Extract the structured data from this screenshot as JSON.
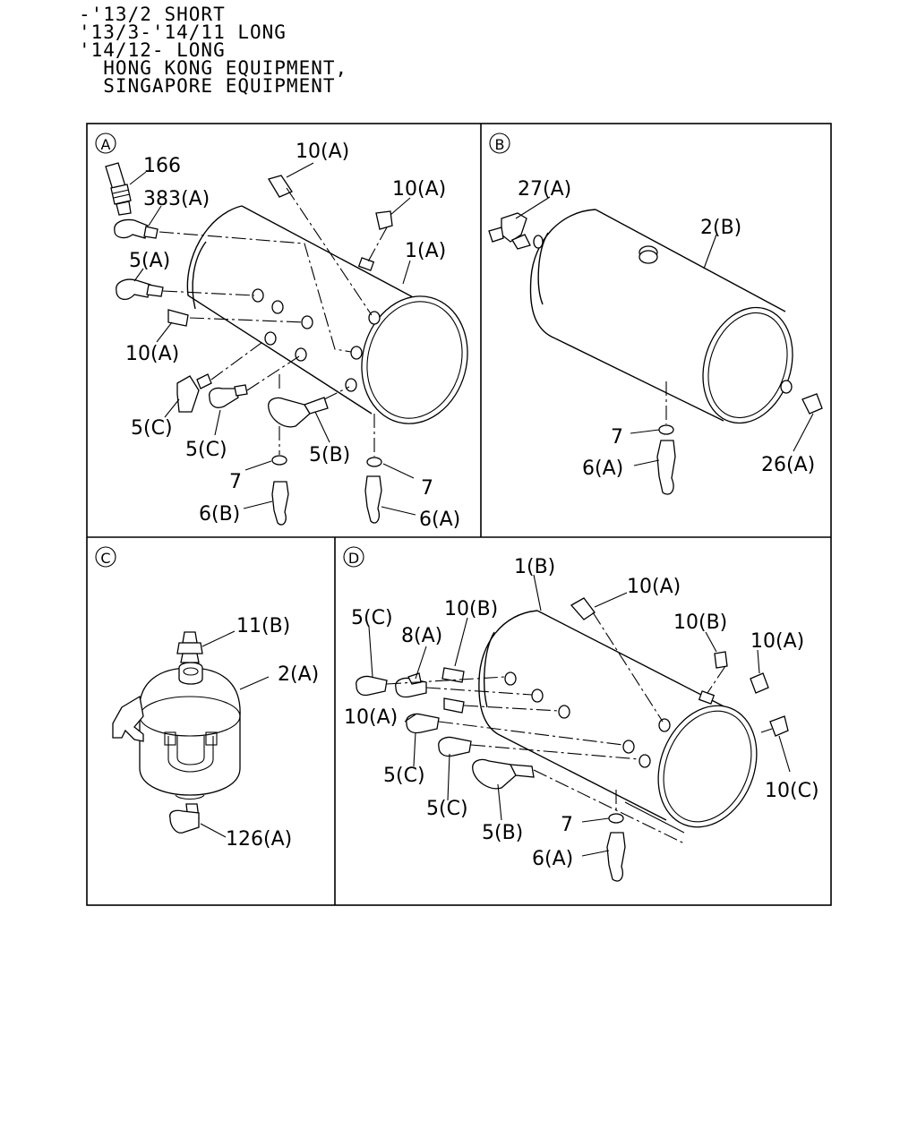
{
  "header": {
    "lines": [
      "-'13/2 SHORT",
      "'13/3-'14/11 LONG",
      "'14/12- LONG",
      "  HONG KONG EQUIPMENT,",
      "  SINGAPORE EQUIPMENT"
    ]
  },
  "panels": {
    "A": {
      "marker": "A",
      "labels": {
        "p166": "166",
        "p383a": "383(A)",
        "p10a_1": "10(A)",
        "p10a_2": "10(A)",
        "p1a": "1(A)",
        "p5a": "5(A)",
        "p10a_3": "10(A)",
        "p5c_1": "5(C)",
        "p5c_2": "5(C)",
        "p5b": "5(B)",
        "p7_1": "7",
        "p7_2": "7",
        "p6b": "6(B)",
        "p6a": "6(A)"
      }
    },
    "B": {
      "marker": "B",
      "labels": {
        "p27a": "27(A)",
        "p2b": "2(B)",
        "p7": "7",
        "p6a": "6(A)",
        "p26a": "26(A)"
      }
    },
    "C": {
      "marker": "C",
      "labels": {
        "p11b": "11(B)",
        "p2a": "2(A)",
        "p126a": "126(A)"
      }
    },
    "D": {
      "marker": "D",
      "labels": {
        "p1b": "1(B)",
        "p10a_1": "10(A)",
        "p5c_1": "5(C)",
        "p10b_1": "10(B)",
        "p8a": "8(A)",
        "p10b_2": "10(B)",
        "p10a_2": "10(A)",
        "p10a_3": "10(A)",
        "p5c_2": "5(C)",
        "p5c_3": "5(C)",
        "p5b": "5(B)",
        "p7": "7",
        "p6a": "6(A)",
        "p10c": "10(C)"
      }
    }
  }
}
